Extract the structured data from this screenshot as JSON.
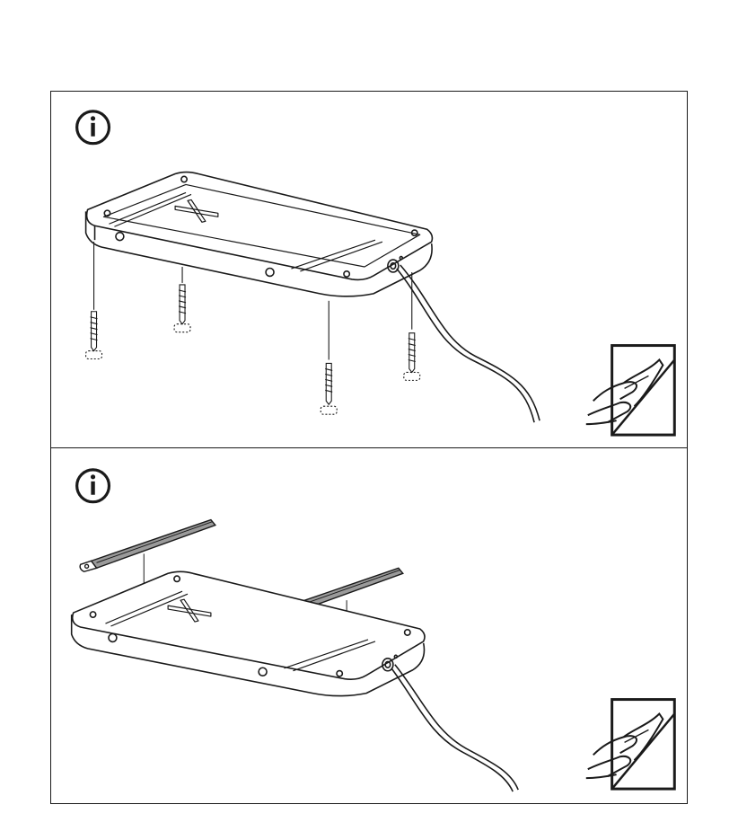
{
  "panels": [
    {
      "id": "step-mounting-screws",
      "info_icon": "info-icon",
      "illustration": "wireless-charger-pad-with-screws",
      "corner_icon": "page-turn-hand-icon"
    },
    {
      "id": "step-mounting-strips",
      "info_icon": "info-icon",
      "illustration": "wireless-charger-pad-with-adhesive-strips",
      "corner_icon": "page-turn-hand-icon"
    }
  ],
  "colors": {
    "line": "#1a1a1a",
    "strip_fill": "#9a9a9a",
    "background": "#ffffff"
  }
}
